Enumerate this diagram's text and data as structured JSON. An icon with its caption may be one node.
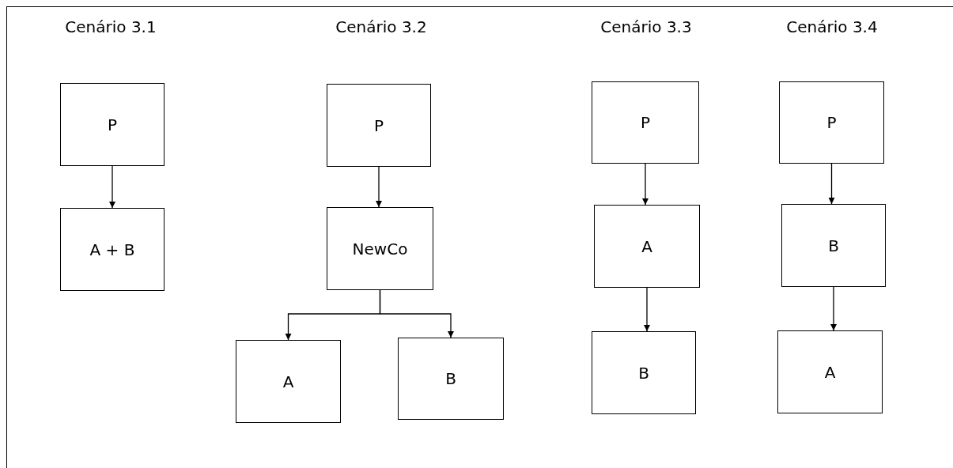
{
  "diagram": {
    "nodes": [
      {
        "text": [
          "P"
        ]
      },
      {
        "text": [
          "A + B"
        ]
      },
      {
        "text": [
          "P"
        ]
      },
      {
        "text": [
          "NewCo"
        ]
      },
      {
        "text": [
          "A"
        ]
      },
      {
        "text": [
          "B"
        ]
      },
      {
        "text": [
          "P"
        ]
      },
      {
        "text": [
          "A"
        ]
      },
      {
        "text": [
          "B"
        ]
      },
      {
        "text": [
          "P"
        ]
      },
      {
        "text": [
          "B"
        ]
      },
      {
        "text": [
          "A"
        ]
      }
    ],
    "edges": [
      {
        "from": 0,
        "to": 1,
        "arrow": "to"
      },
      {
        "from": 2,
        "to": 3,
        "arrow": "to"
      },
      {
        "from": 3,
        "to": 4,
        "arrow": "to"
      },
      {
        "from": 3,
        "to": 5,
        "arrow": "to"
      },
      {
        "from": 6,
        "to": 7,
        "arrow": "to"
      },
      {
        "from": 7,
        "to": 8,
        "arrow": "to"
      },
      {
        "from": 9,
        "to": 10,
        "arrow": "to"
      },
      {
        "from": 10,
        "to": 11,
        "arrow": "to"
      }
    ],
    "labels": [
      "Cenário 3.1",
      "Cenário 3.2",
      "Cenário 3.3",
      "Cenário 3.4"
    ]
  }
}
